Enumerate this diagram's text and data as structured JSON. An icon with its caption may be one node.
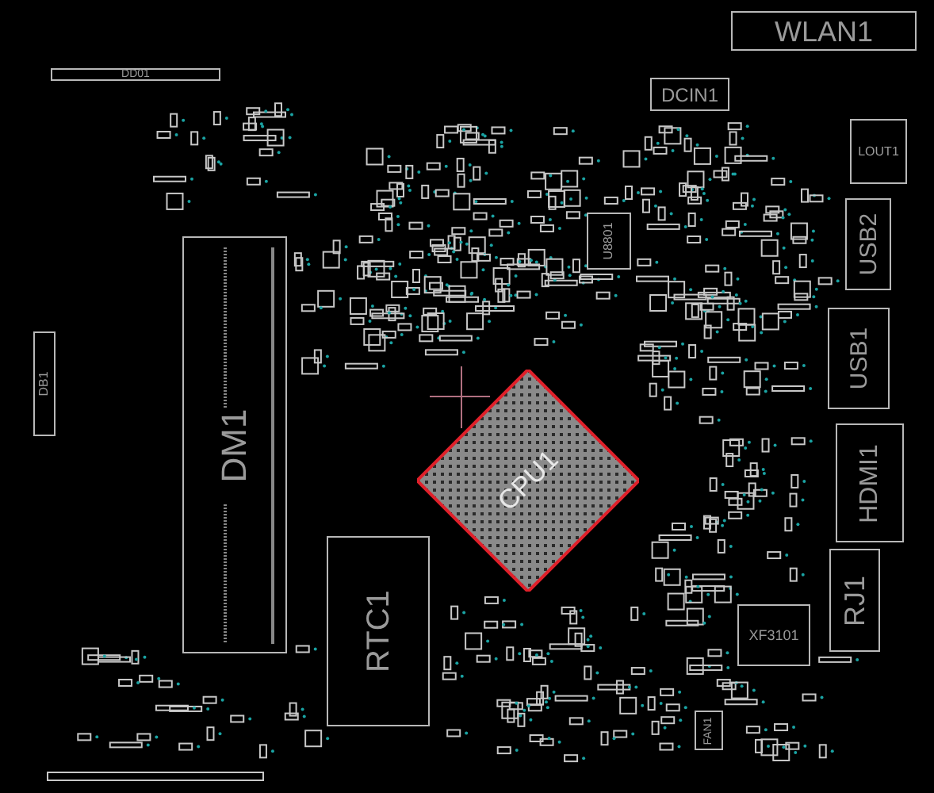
{
  "diagram": {
    "nodes": [
      {
        "text": [
          "DD01"
        ]
      },
      {
        "text": [
          "WLAN1"
        ]
      },
      {
        "text": [
          "DCIN1"
        ]
      },
      {
        "text": [
          "LOUT1"
        ]
      },
      {
        "text": [
          "USB2"
        ]
      },
      {
        "text": [
          "USB1"
        ]
      },
      {
        "text": [
          "U8801"
        ]
      },
      {
        "text": [
          "DB1"
        ]
      },
      {
        "text": [
          "DM1"
        ]
      },
      {
        "text": [
          "CPU1"
        ]
      },
      {
        "text": [
          "HDMI1"
        ]
      },
      {
        "text": [
          "RJ1"
        ]
      },
      {
        "text": [
          "XF3101"
        ]
      },
      {
        "text": [
          "RTC1"
        ]
      },
      {
        "text": [
          "FAN1"
        ]
      }
    ]
  }
}
